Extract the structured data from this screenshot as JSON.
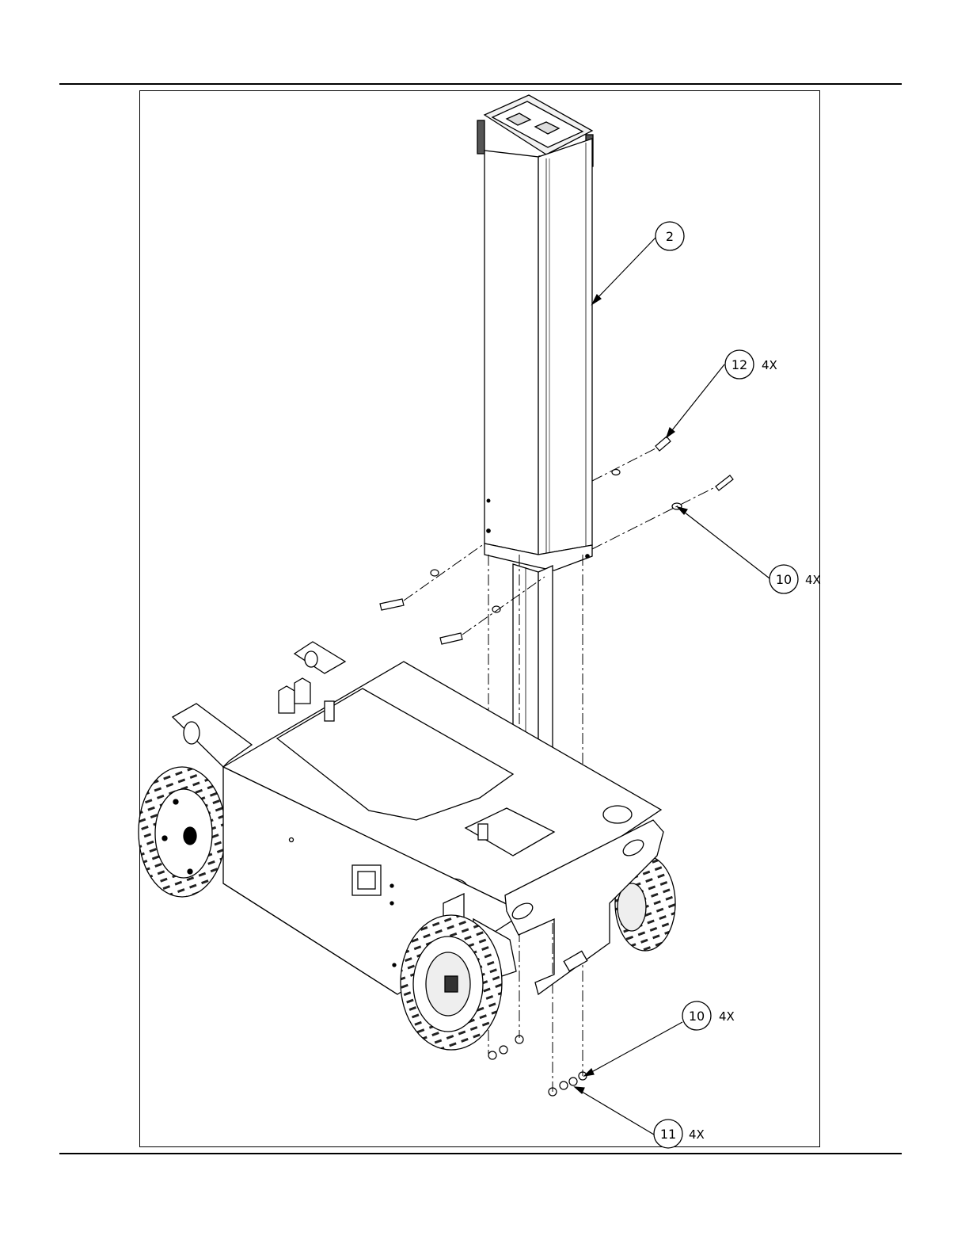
{
  "callouts": [
    {
      "item": "2",
      "qty": ""
    },
    {
      "item": "12",
      "qty": "4X"
    },
    {
      "item": "10",
      "qty": "4X"
    },
    {
      "item": "10",
      "qty": "4X"
    },
    {
      "item": "11",
      "qty": "4X"
    }
  ]
}
